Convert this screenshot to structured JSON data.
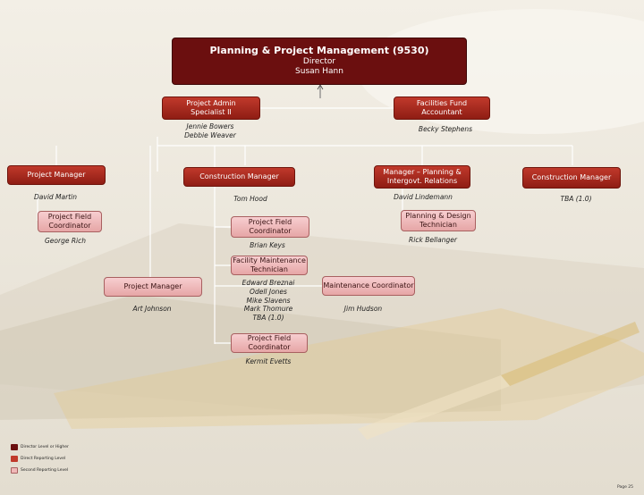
{
  "director": {
    "title": "Planning & Project Management (9530)",
    "role": "Director",
    "name": "Susan Hann"
  },
  "staff": {
    "admin": {
      "title": "Project Admin\nSpecialist II",
      "names": "Jennie Bowers\nDebbie Weaver"
    },
    "accountant": {
      "title": "Facilities Fund\nAccountant",
      "names": "Becky Stephens"
    }
  },
  "managers": [
    {
      "title": "Project Manager",
      "names": "David Martin"
    },
    {
      "title": "Construction Manager",
      "names": "Tom Hood"
    },
    {
      "title": "Manager – Planning &\nIntergovt. Relations",
      "names": "David Lindemann"
    },
    {
      "title": "Construction Manager",
      "names": "TBA (1.0)"
    }
  ],
  "second_level": [
    {
      "title": "Project Field\nCoordinator",
      "names": "George Rich"
    },
    {
      "title": "Project Field\nCoordinator",
      "names": "Brian Keys"
    },
    {
      "title": "Planning & Design\nTechnician",
      "names": "Rick Bellanger"
    },
    {
      "title": "Facility Maintenance\nTechnician",
      "names": "Edward Breznai\nOdell Jones\nMike Slavens\nMark Thomure\nTBA (1.0)"
    },
    {
      "title": "Project Manager",
      "names": "Art Johnson"
    },
    {
      "title": "Maintenance Coordinator",
      "names": "Jim Hudson"
    },
    {
      "title": "Project Field\nCoordinator",
      "names": "Kermit Evetts"
    }
  ],
  "legend": [
    {
      "label": "Director Level or Higher",
      "color": "#6b0f0f"
    },
    {
      "label": "Direct Reporting Level",
      "color": "#c0392b"
    },
    {
      "label": "Second Reporting Level",
      "color": "#f0b8b8"
    }
  ],
  "page": "Page 25"
}
